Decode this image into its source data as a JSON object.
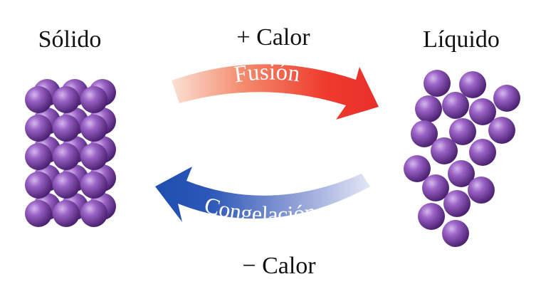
{
  "labels": {
    "solid": "Sólido",
    "liquid": "Líquido",
    "plus_heat": "+ Calor",
    "minus_heat": "− Calor"
  },
  "arrows": {
    "melting": {
      "label": "Fusión",
      "color": "#e8302a"
    },
    "freezing": {
      "label": "Congelación",
      "color": "#1f4fb0"
    }
  },
  "particle_color": "#8a4fb6"
}
